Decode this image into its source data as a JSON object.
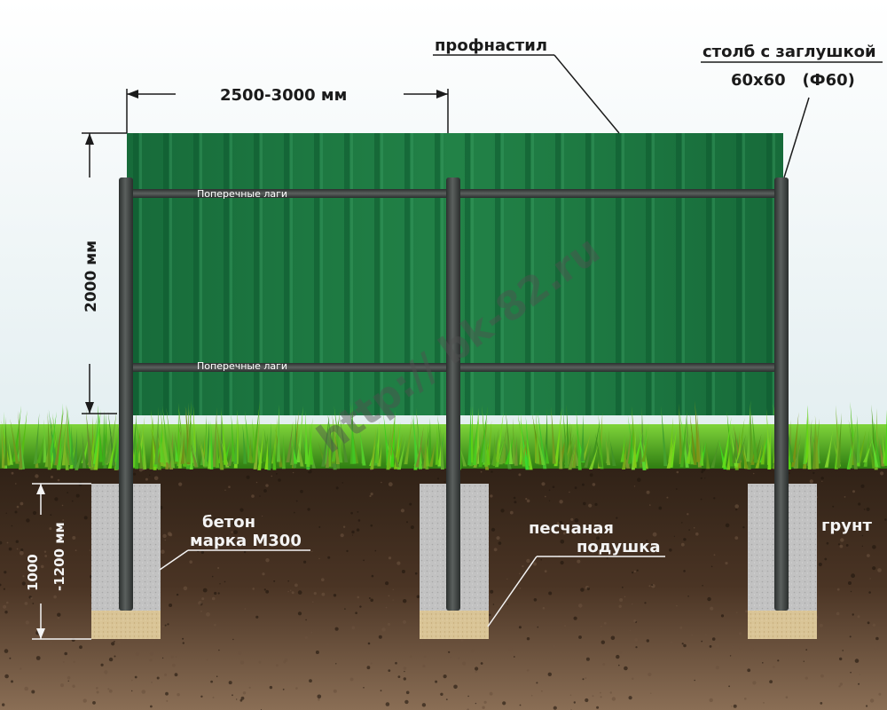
{
  "labels": {
    "sheet": "профнастил",
    "post_line1": "столб с заглушкой",
    "post_line2": "60х60   (Ф60)",
    "width_dim": "2500-3000 мм",
    "height_dim": "2000 мм",
    "depth_dim_line1": "1000",
    "depth_dim_line2": "-1200 мм",
    "rail_upper": "Поперечные лаги",
    "rail_lower": "Поперечные лаги",
    "concrete_line1": "бетон",
    "concrete_line2": "марка М300",
    "sand_line1": "песчаная",
    "sand_line2": "подушка",
    "ground": "грунт",
    "watermark": "http:// bk-82.ru"
  },
  "colors": {
    "sky": "#e9f3f5",
    "sheet": "#1f7a43",
    "sheet_dark": "#15603a",
    "post": "#3a3f3e",
    "grass": "#57b51f",
    "soil": "#3d2a1d",
    "concrete": "#bfbfbf",
    "sand": "#d8c193"
  }
}
